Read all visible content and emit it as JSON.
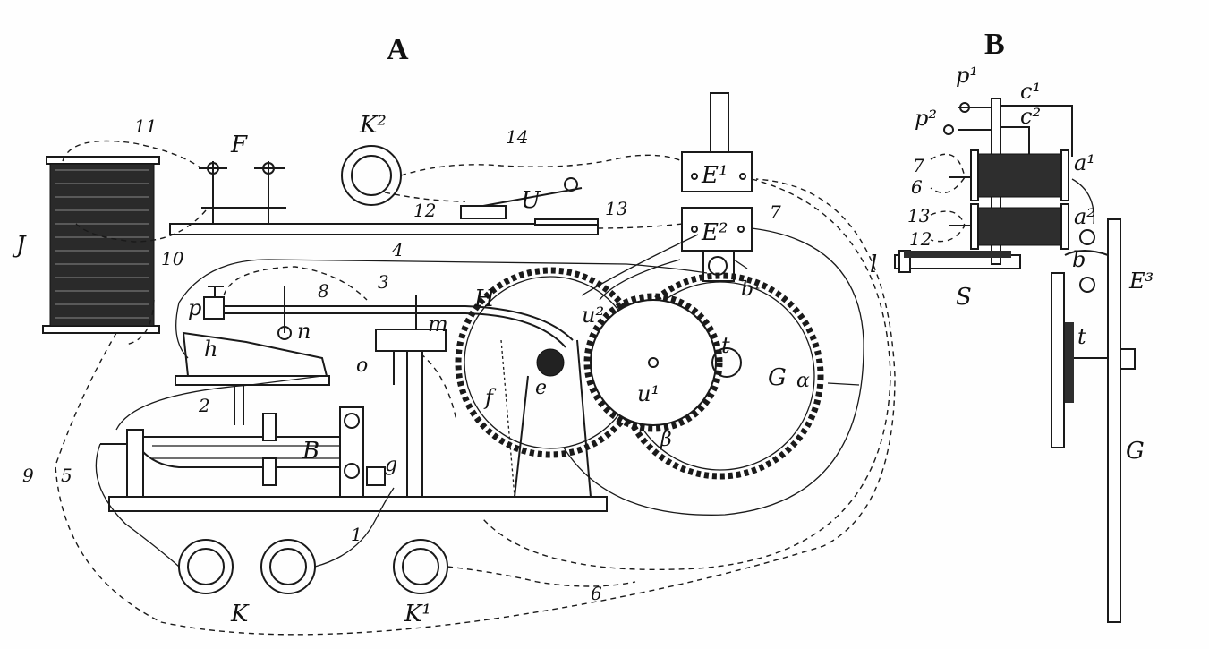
{
  "figure": {
    "panel_a_title": "A",
    "panel_b_title": "B"
  },
  "labels_a": {
    "J": "J",
    "F": "F",
    "K2": "K²",
    "U": "U",
    "E1": "E¹",
    "E2": "E²",
    "w11": "11",
    "w14": "14",
    "w12": "12",
    "w13": "13",
    "w7": "7",
    "w10": "10",
    "w4": "4",
    "w8": "8",
    "w3": "3",
    "w2": "2",
    "w9": "9",
    "w5": "5",
    "w1": "1",
    "w6": "6",
    "p": "p",
    "h": "h",
    "n": "n",
    "m": "m",
    "o": "o",
    "H": "H",
    "u2": "u²",
    "u1": "u¹",
    "t": "t",
    "b1": "b¹",
    "G": "G",
    "alpha": "α",
    "beta": "β",
    "f": "f",
    "e": "e",
    "B": "B",
    "g": "g",
    "K": "K",
    "K1": "K¹"
  },
  "labels_b": {
    "p1": "p¹",
    "p2": "p²",
    "c1": "c¹",
    "c2": "c²",
    "a1": "a¹",
    "a2": "a²",
    "w7": "7",
    "w6": "6",
    "w13": "13",
    "w12": "12",
    "l": "l",
    "S": "S",
    "b": "b",
    "E3": "E³",
    "t": "t",
    "G": "G"
  }
}
